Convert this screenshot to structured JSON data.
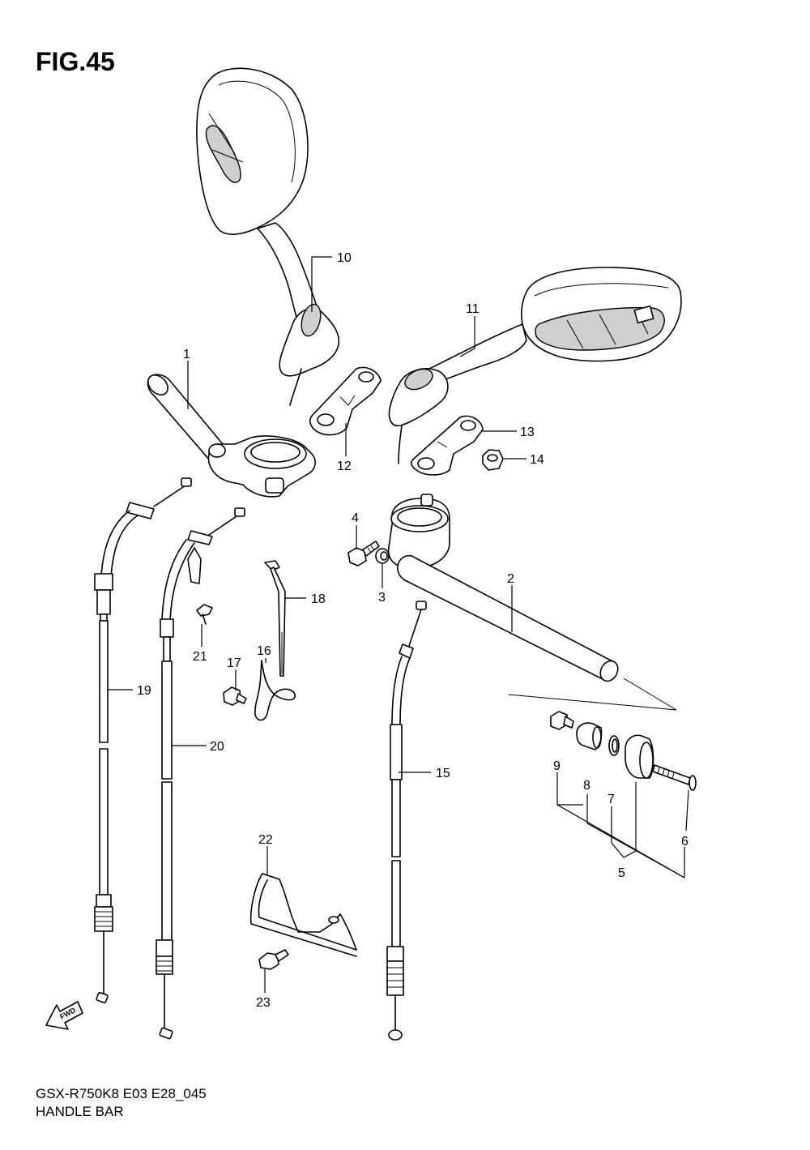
{
  "figure_title": "FIG.45",
  "footer": {
    "model_code": "GSX-R750K8 E03 E28_045",
    "section_name": "HANDLE BAR"
  },
  "fwd_label": "FWD",
  "callouts": {
    "c1": "1",
    "c2": "2",
    "c3": "3",
    "c4": "4",
    "c5": "5",
    "c6": "6",
    "c7": "7",
    "c8": "8",
    "c9": "9",
    "c10": "10",
    "c11": "11",
    "c12": "12",
    "c13": "13",
    "c14": "14",
    "c15": "15",
    "c16": "16",
    "c17": "17",
    "c18": "18",
    "c19": "19",
    "c20": "20",
    "c21": "21",
    "c22": "22",
    "c23": "23"
  }
}
